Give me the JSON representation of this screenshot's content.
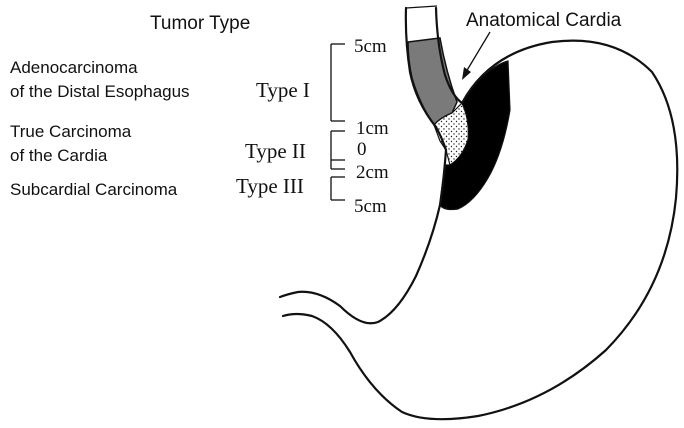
{
  "header": {
    "tumor_type": "Tumor Type",
    "anatomical_cardia": "Anatomical Cardia"
  },
  "tumors": [
    {
      "name_line1": "Adenocarcinoma",
      "name_line2": "of the Distal Esophagus",
      "type_label": "Type I"
    },
    {
      "name_line1": "True Carcinoma",
      "name_line2": "of the Cardia",
      "type_label": "Type II"
    },
    {
      "name_line1": "Subcardial Carcinoma",
      "name_line2": "",
      "type_label": "Type III"
    }
  ],
  "scale": {
    "top": "5cm",
    "upper_mid": "1cm",
    "zero": "0",
    "lower_mid": "2cm",
    "bottom": "5cm"
  },
  "colors": {
    "type1_fill": "#7a7a7a",
    "type3_fill": "#000000",
    "outline": "#111111"
  }
}
